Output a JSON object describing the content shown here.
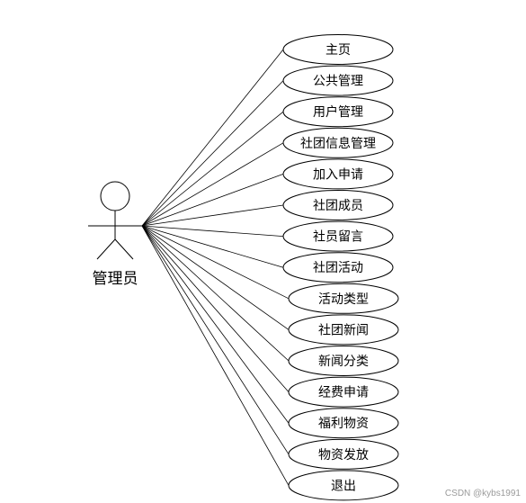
{
  "actor": {
    "name": "管理员"
  },
  "use_cases": [
    {
      "id": "home",
      "label": "主页"
    },
    {
      "id": "public-management",
      "label": "公共管理"
    },
    {
      "id": "user-management",
      "label": "用户管理"
    },
    {
      "id": "club-info-management",
      "label": "社团信息管理"
    },
    {
      "id": "join-application",
      "label": "加入申请"
    },
    {
      "id": "club-members",
      "label": "社团成员"
    },
    {
      "id": "member-messages",
      "label": "社员留言"
    },
    {
      "id": "club-activities",
      "label": "社团活动"
    },
    {
      "id": "activity-types",
      "label": "活动类型"
    },
    {
      "id": "club-news",
      "label": "社团新闻"
    },
    {
      "id": "news-categories",
      "label": "新闻分类"
    },
    {
      "id": "funding-application",
      "label": "经费申请"
    },
    {
      "id": "welfare-supplies",
      "label": "福利物资"
    },
    {
      "id": "supplies-distribution",
      "label": "物资发放"
    },
    {
      "id": "logout",
      "label": "退出"
    }
  ],
  "watermark": "CSDN @kybs1991"
}
